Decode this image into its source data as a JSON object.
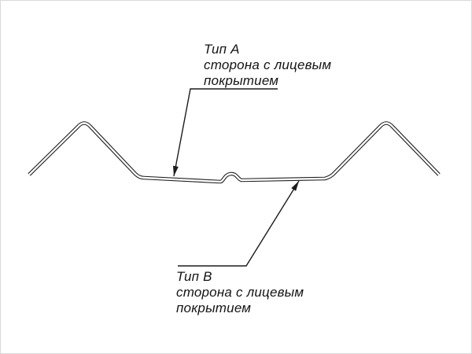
{
  "labels": {
    "type_a": {
      "title": "Тип А",
      "line1": "сторона с лицевым",
      "line2": "покрытием"
    },
    "type_b": {
      "title": "Тип В",
      "line1": "сторона с лицевым",
      "line2": "покрытием"
    }
  },
  "colors": {
    "line": "#1c1c1c",
    "background": "#ffffff"
  }
}
